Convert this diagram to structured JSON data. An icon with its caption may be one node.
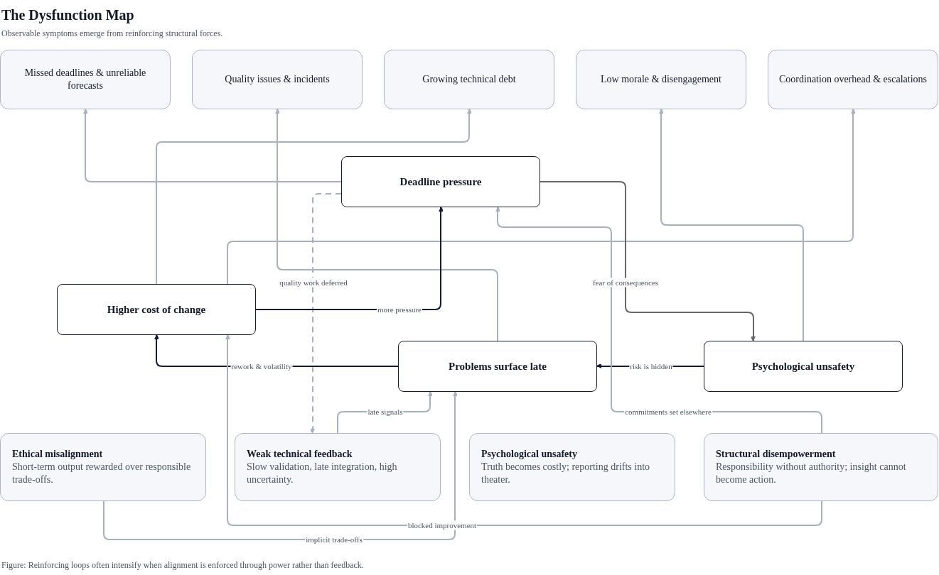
{
  "diagram": {
    "title": "The Dysfunction Map",
    "caption": "Figure: Reinforcing loops often intensify when alignment is enforced through power rather than feedback.",
    "labels": [
      "Observable symptoms emerge from reinforcing structural forces."
    ],
    "nodes": [
      {
        "text": [
          "Missed deadlines & unreliable forecasts"
        ]
      },
      {
        "text": [
          "Quality issues & incidents"
        ]
      },
      {
        "text": [
          "Growing technical debt"
        ]
      },
      {
        "text": [
          "Low morale & disengagement"
        ]
      },
      {
        "text": [
          "Coordination overhead & escalations"
        ]
      },
      {
        "text": [
          "Deadline pressure"
        ]
      },
      {
        "text": [
          "Higher cost of change"
        ]
      },
      {
        "text": [
          "Problems surface late"
        ]
      },
      {
        "text": [
          "Psychological unsafety"
        ]
      },
      {
        "text": [
          "Ethical misalignment",
          "Short-term output rewarded over responsible trade-offs."
        ]
      },
      {
        "text": [
          "Weak technical feedback",
          "Slow validation, late integration, high uncertainty."
        ]
      },
      {
        "text": [
          "Psychological unsafety",
          "Truth becomes costly; reporting drifts into theater."
        ]
      },
      {
        "text": [
          "Structural disempowerment",
          "Responsibility without authority; insight cannot become action."
        ]
      }
    ],
    "edges": [
      {
        "from": 5,
        "to": 0,
        "arrow": "to"
      },
      {
        "from": 6,
        "to": 2,
        "arrow": "to"
      },
      {
        "from": 7,
        "to": 1,
        "arrow": "to"
      },
      {
        "from": 6,
        "to": 4,
        "arrow": "to"
      },
      {
        "from": 8,
        "to": 3,
        "arrow": "to"
      },
      {
        "from": 5,
        "to": 10,
        "arrow": "to",
        "label": "quality work deferred",
        "style": "dashed"
      },
      {
        "from": 6,
        "to": 5,
        "arrow": "to",
        "label": "more pressure",
        "color": "#111a36"
      },
      {
        "from": 5,
        "to": 8,
        "arrow": "to",
        "label": "fear of consequences",
        "color": "#666666"
      },
      {
        "from": 7,
        "to": 6,
        "arrow": "to",
        "label": "rework & volatility",
        "color": "#111a36"
      },
      {
        "from": 8,
        "to": 7,
        "arrow": "to",
        "label": "risk is hidden",
        "color": "#111a36"
      },
      {
        "from": 10,
        "to": 7,
        "arrow": "to",
        "label": "late signals"
      },
      {
        "from": 12,
        "to": 5,
        "arrow": "to",
        "label": "commitments set elsewhere"
      },
      {
        "from": 12,
        "to": 6,
        "arrow": "to",
        "label": "blocked improvement"
      },
      {
        "from": 9,
        "to": 7,
        "arrow": "to",
        "label": "implicit trade-offs"
      }
    ]
  }
}
